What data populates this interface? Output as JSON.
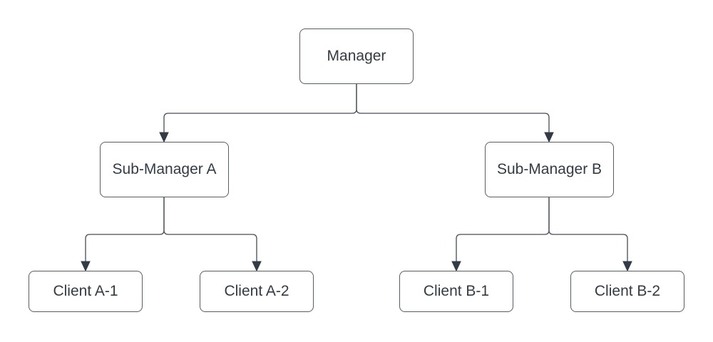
{
  "diagram": {
    "type": "org-chart-tree",
    "background": "#ffffff",
    "colors": {
      "node_fill": "#ffffff",
      "node_border": "#565e66",
      "text": "#333b46",
      "connector": "#454d57",
      "arrowhead": "#333b46"
    },
    "nodes": {
      "manager": {
        "label": "Manager"
      },
      "sub_a": {
        "label": "Sub-Manager A"
      },
      "sub_b": {
        "label": "Sub-Manager B"
      },
      "client_a1": {
        "label": "Client A-1"
      },
      "client_a2": {
        "label": "Client A-2"
      },
      "client_b1": {
        "label": "Client B-1"
      },
      "client_b2": {
        "label": "Client B-2"
      }
    },
    "edges": [
      {
        "from": "Manager",
        "to": "Sub-Manager A",
        "arrow": "filled-triangle"
      },
      {
        "from": "Manager",
        "to": "Sub-Manager B",
        "arrow": "filled-triangle"
      },
      {
        "from": "Sub-Manager A",
        "to": "Client A-1",
        "arrow": "filled-triangle"
      },
      {
        "from": "Sub-Manager A",
        "to": "Client A-2",
        "arrow": "filled-triangle"
      },
      {
        "from": "Sub-Manager B",
        "to": "Client B-1",
        "arrow": "filled-triangle"
      },
      {
        "from": "Sub-Manager B",
        "to": "Client B-2",
        "arrow": "filled-triangle"
      }
    ]
  }
}
